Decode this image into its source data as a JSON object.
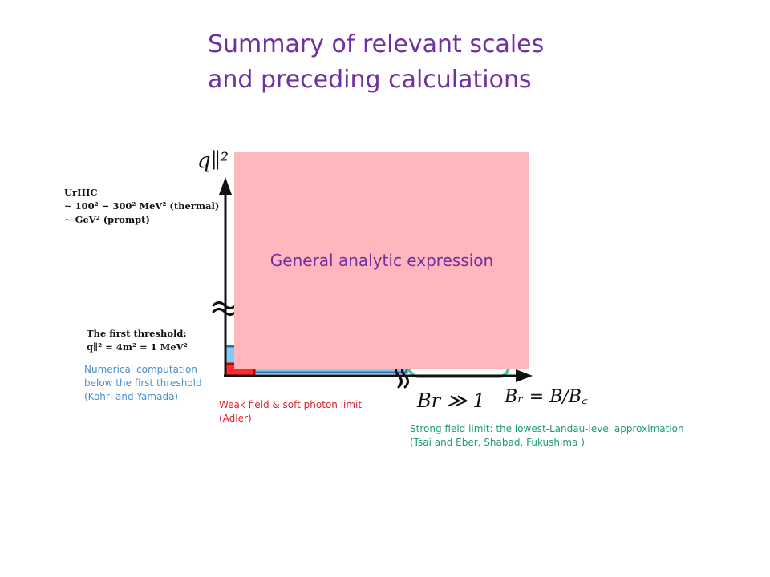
{
  "title": {
    "line1": "Summary of relevant scales",
    "line2": "and preceding calculations"
  },
  "axes": {
    "y_label": "q∥²",
    "x_label": "Bᵣ = B/B꜀",
    "br_label": "Br ≫ 1"
  },
  "urhic": {
    "line1": "UrHIC",
    "line2": "∼ 100² − 300² MeV² (thermal)",
    "line3": "∼ GeV² (prompt)"
  },
  "threshold": {
    "line1": "The first threshold:",
    "line2": "q∥² = 4m² = 1 MeV²"
  },
  "general_box": {
    "label": "General analytic expression",
    "color": "#ffb6bd"
  },
  "numerical_note": {
    "line1": "Numerical computation",
    "line2": "below the first threshold",
    "line3": "(Kohri and Yamada)",
    "color": "#4a8fcf"
  },
  "weak_note": {
    "line1": "Weak field & soft photon limit",
    "line2": "(Adler)",
    "color": "#e0202a"
  },
  "strong_note": {
    "line1": "Strong field limit: the lowest-Landau-level approximation",
    "line2": "(Tsai and Eber, Shabad, Fukushima )",
    "color": "#1e9e6a"
  },
  "title_color": "#7030a0"
}
